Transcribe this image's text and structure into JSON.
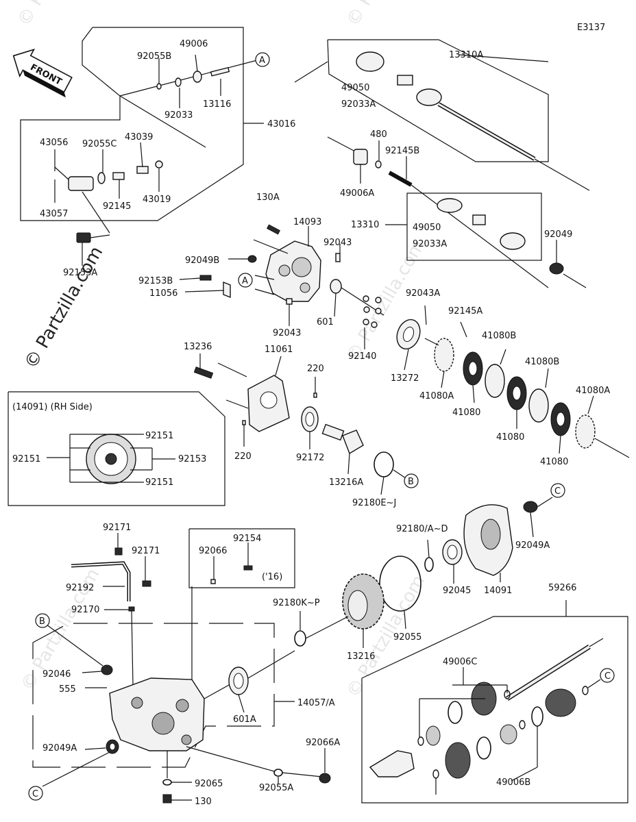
{
  "diagram_code": "E3137",
  "front_arrow_label": "FRONT",
  "watermark": "© Partzilla.com",
  "inset_title": "(14091)  (RH Side)",
  "year_note": "('16)",
  "refs": {
    "A": "A",
    "B": "B",
    "C": "C"
  },
  "labels": {
    "p92055B": "92055B",
    "p49006": "49006",
    "p92033": "92033",
    "p13116": "13116",
    "p43016": "43016",
    "p43056": "43056",
    "p92055C": "92055C",
    "p43039": "43039",
    "p43057": "43057",
    "p92145": "92145",
    "p43019": "43019",
    "p92153A": "92153A",
    "p13310A": "13310A",
    "p49050a": "49050",
    "p92033Aa": "92033A",
    "p480": "480",
    "p92145B": "92145B",
    "p49006A": "49006A",
    "p13310": "13310",
    "p49050b": "49050",
    "p92033Ab": "92033A",
    "p92049": "92049",
    "p130A": "130A",
    "p14093": "14093",
    "p92043a": "92043",
    "p92049B": "92049B",
    "p92153B": "92153B",
    "p11056": "11056",
    "p92043b": "92043",
    "p601": "601",
    "p92140": "92140",
    "p92043A": "92043A",
    "p92145A": "92145A",
    "p13272": "13272",
    "p41080B1": "41080B",
    "p41080B2": "41080B",
    "p41080A1": "41080A",
    "p41080A2": "41080A",
    "p41080a": "41080",
    "p41080b": "41080",
    "p41080c": "41080",
    "p13236": "13236",
    "p11061": "11061",
    "p220a": "220",
    "p220b": "220",
    "p92172": "92172",
    "p13216A": "13216A",
    "p92180EJ": "92180E~J",
    "p92151a": "92151",
    "p92151b": "92151",
    "p92151c": "92151",
    "p92153": "92153",
    "p92049A1": "92049A",
    "p92180AD": "92180/A~D",
    "p92045": "92045",
    "p14091": "14091",
    "p92171a": "92171",
    "p92171b": "92171",
    "p92066": "92066",
    "p92154": "92154",
    "p92192": "92192",
    "p92170": "92170",
    "p92180KP": "92180K~P",
    "p13216": "13216",
    "p92055": "92055",
    "p92046": "92046",
    "p555": "555",
    "p601A": "601A",
    "p14057A": "14057/A",
    "p92049A2": "92049A",
    "p92066A": "92066A",
    "p92065": "92065",
    "p92055A": "92055A",
    "p130": "130",
    "p59266": "59266",
    "p49006C": "49006C",
    "p49006B": "49006B"
  }
}
